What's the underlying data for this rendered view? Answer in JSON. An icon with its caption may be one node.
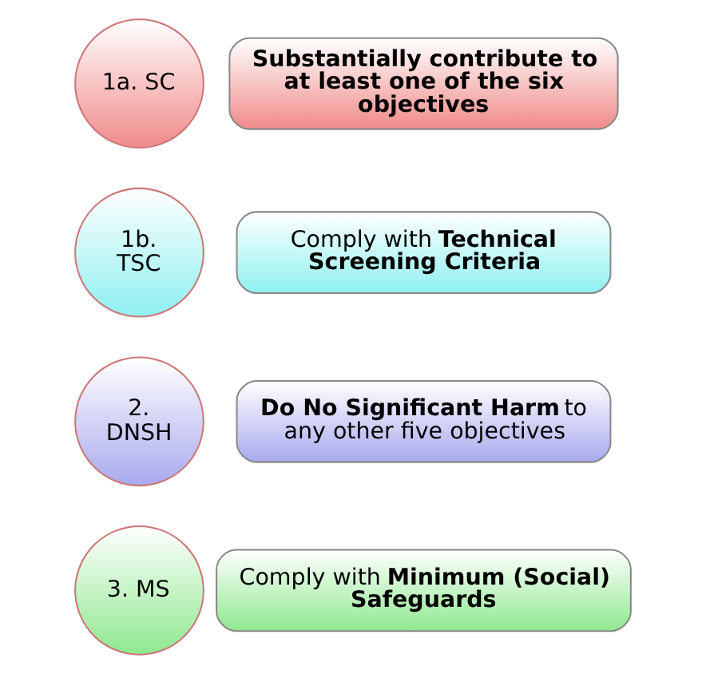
{
  "diagram": {
    "nodes": [
      {
        "text": [
          "1a. SC"
        ]
      },
      {
        "text": [
          "Substantially contribute to at least one of the six objectives"
        ]
      },
      {
        "text": [
          "1b. TSC"
        ]
      },
      {
        "text": [
          "Comply with **Technical Screening Criteria**"
        ]
      },
      {
        "text": [
          "2. DNSH"
        ]
      },
      {
        "text": [
          "**Do No Significant Harm** to any other five objectives"
        ]
      },
      {
        "text": [
          "3. MS"
        ]
      },
      {
        "text": [
          "Comply with **Minimum (Social) Safeguards**"
        ]
      }
    ]
  }
}
